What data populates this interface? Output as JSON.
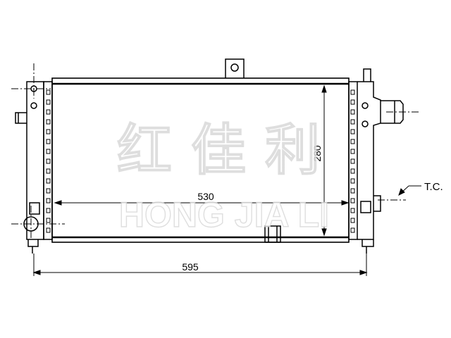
{
  "drawing": {
    "dimensions": {
      "overall_width": "595",
      "core_width": "530",
      "core_height": "280"
    },
    "tc_label": "T.C."
  },
  "watermark": {
    "chinese": "红 佳 利",
    "english": "HONG JIA LI"
  }
}
